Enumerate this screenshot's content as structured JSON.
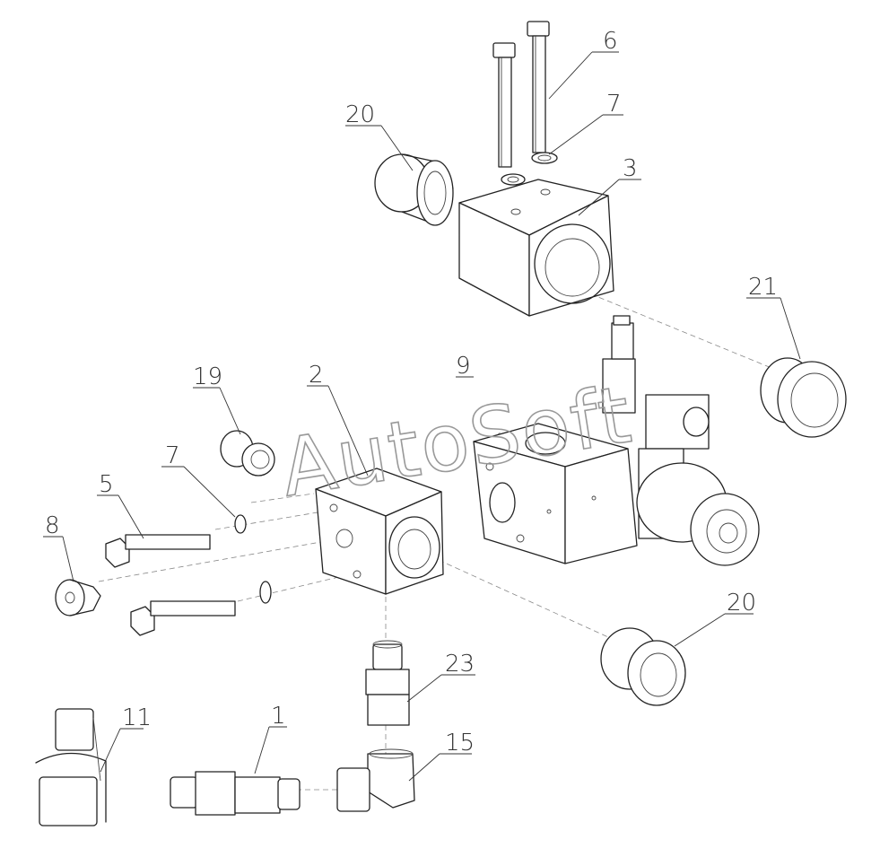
{
  "watermark": "AutoSoft",
  "callouts": [
    {
      "id": "c6",
      "text": "6"
    },
    {
      "id": "c7a",
      "text": "7"
    },
    {
      "id": "c3",
      "text": "3"
    },
    {
      "id": "c20a",
      "text": "20"
    },
    {
      "id": "c21",
      "text": "21"
    },
    {
      "id": "c19",
      "text": "19"
    },
    {
      "id": "c2",
      "text": "2"
    },
    {
      "id": "c9",
      "text": "9"
    },
    {
      "id": "c7b",
      "text": "7"
    },
    {
      "id": "c5",
      "text": "5"
    },
    {
      "id": "c8",
      "text": "8"
    },
    {
      "id": "c20b",
      "text": "20"
    },
    {
      "id": "c23",
      "text": "23"
    },
    {
      "id": "c11",
      "text": "11"
    },
    {
      "id": "c1",
      "text": "1"
    },
    {
      "id": "c15",
      "text": "15"
    }
  ]
}
